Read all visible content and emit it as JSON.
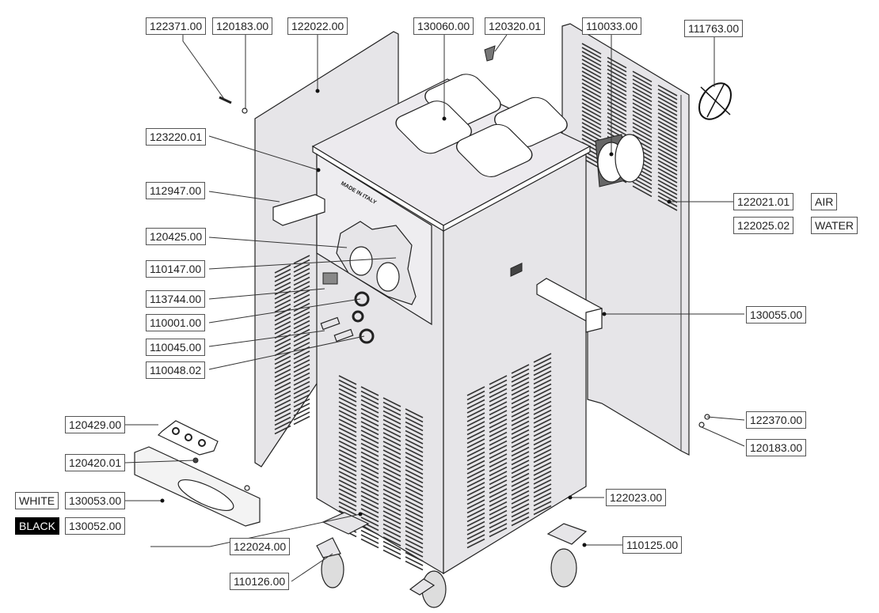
{
  "diagram": {
    "title": "Exploded parts view — soft-serve machine cabinet",
    "stamp_text": "MADE IN ITALY",
    "parts": [
      {
        "id": "p122371",
        "code": "122371.00"
      },
      {
        "id": "p120183a",
        "code": "120183.00"
      },
      {
        "id": "p122022",
        "code": "122022.00"
      },
      {
        "id": "p130060",
        "code": "130060.00"
      },
      {
        "id": "p120320",
        "code": "120320.01"
      },
      {
        "id": "p110033",
        "code": "110033.00"
      },
      {
        "id": "p111763",
        "code": "111763.00"
      },
      {
        "id": "p123220",
        "code": "123220.01"
      },
      {
        "id": "p112947",
        "code": "112947.00"
      },
      {
        "id": "p120425",
        "code": "120425.00"
      },
      {
        "id": "p110147",
        "code": "110147.00"
      },
      {
        "id": "p113744",
        "code": "113744.00"
      },
      {
        "id": "p110001",
        "code": "110001.00"
      },
      {
        "id": "p110045",
        "code": "110045.00"
      },
      {
        "id": "p110048",
        "code": "110048.02"
      },
      {
        "id": "p122021",
        "code": "122021.01",
        "variant": "AIR"
      },
      {
        "id": "p122025",
        "code": "122025.02",
        "variant": "WATER"
      },
      {
        "id": "p130055",
        "code": "130055.00"
      },
      {
        "id": "p122370",
        "code": "122370.00"
      },
      {
        "id": "p120183b",
        "code": "120183.00"
      },
      {
        "id": "p120429",
        "code": "120429.00"
      },
      {
        "id": "p120420",
        "code": "120420.01"
      },
      {
        "id": "p130053",
        "code": "130053.00",
        "variant": "WHITE"
      },
      {
        "id": "p130052",
        "code": "130052.00",
        "variant": "BLACK"
      },
      {
        "id": "p122023",
        "code": "122023.00"
      },
      {
        "id": "p122024",
        "code": "122024.00"
      },
      {
        "id": "p110125",
        "code": "110125.00"
      },
      {
        "id": "p110126",
        "code": "110126.00"
      }
    ]
  }
}
